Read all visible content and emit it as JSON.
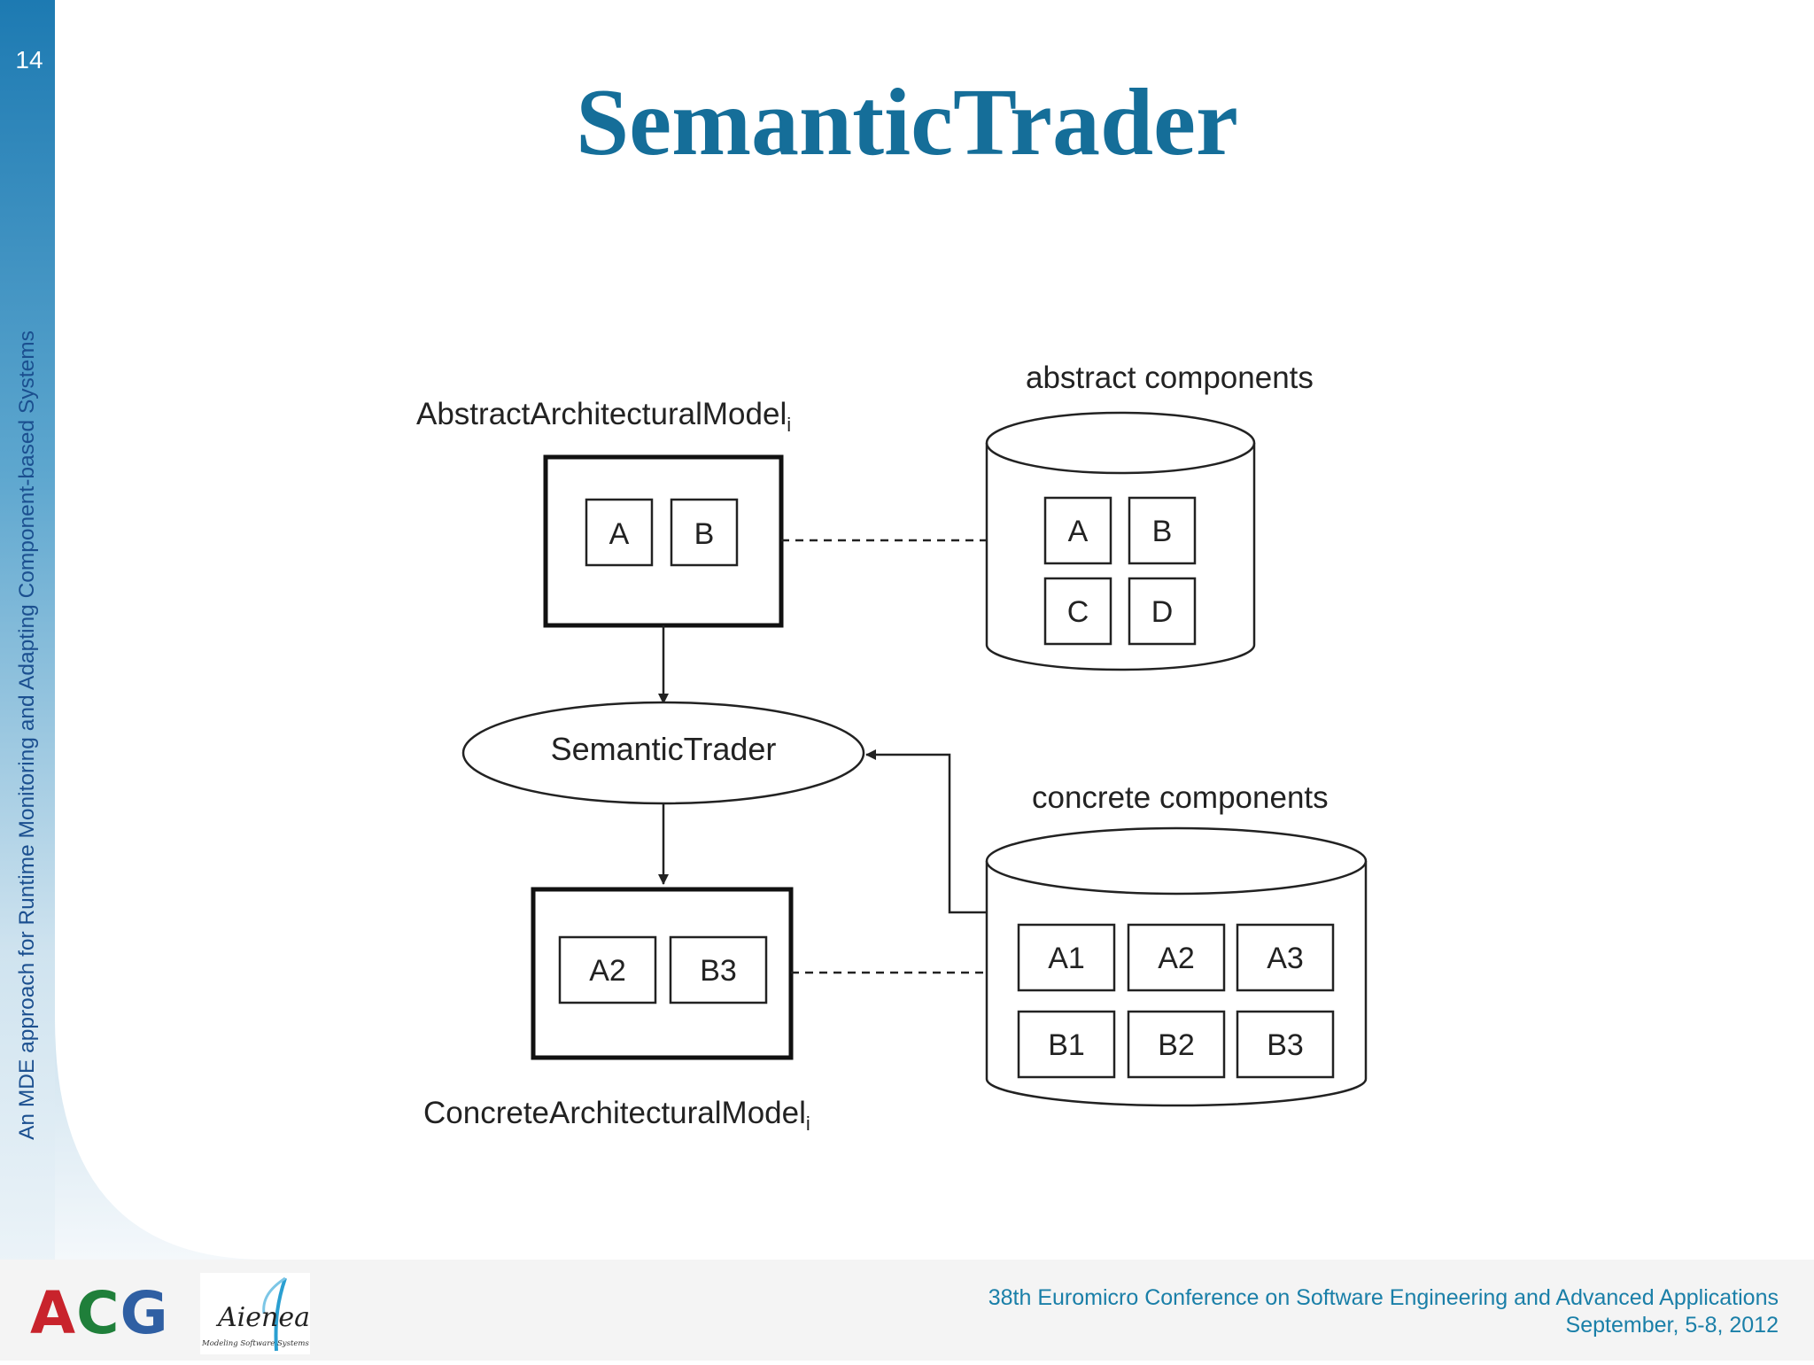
{
  "slide": {
    "number": "14",
    "side_title": "An MDE approach for Runtime Monitoring and Adapting Component-based Systems",
    "title": "SemanticTrader"
  },
  "diagram": {
    "abstract_model_label": "AbstractArchitecturalModel",
    "abstract_model_subscript": "i",
    "abstract_model_components": [
      "A",
      "B"
    ],
    "abstract_repository_label": "abstract components",
    "abstract_repository_components": [
      "A",
      "B",
      "C",
      "D"
    ],
    "trader_label": "SemanticTrader",
    "concrete_repository_label": "concrete components",
    "concrete_repository_components": [
      "A1",
      "A2",
      "A3",
      "B1",
      "B2",
      "B3"
    ],
    "concrete_model_components": [
      "A2",
      "B3"
    ],
    "concrete_model_label": "ConcreteArchitecturalModel",
    "concrete_model_subscript": "i"
  },
  "footer": {
    "acg_logo": "ACG",
    "aienea_logo": "Aienea",
    "aienea_tagline": "Modeling Software Systems",
    "conference": "38th Euromicro Conference on Software Engineering and Advanced Applications",
    "dates": "September, 5-8, 2012"
  },
  "colors": {
    "title": "#156e99",
    "sidebar_top": "#1d7ab2",
    "sidebar_bottom": "#e6f0f6",
    "footer_text": "#1a7fa8"
  }
}
